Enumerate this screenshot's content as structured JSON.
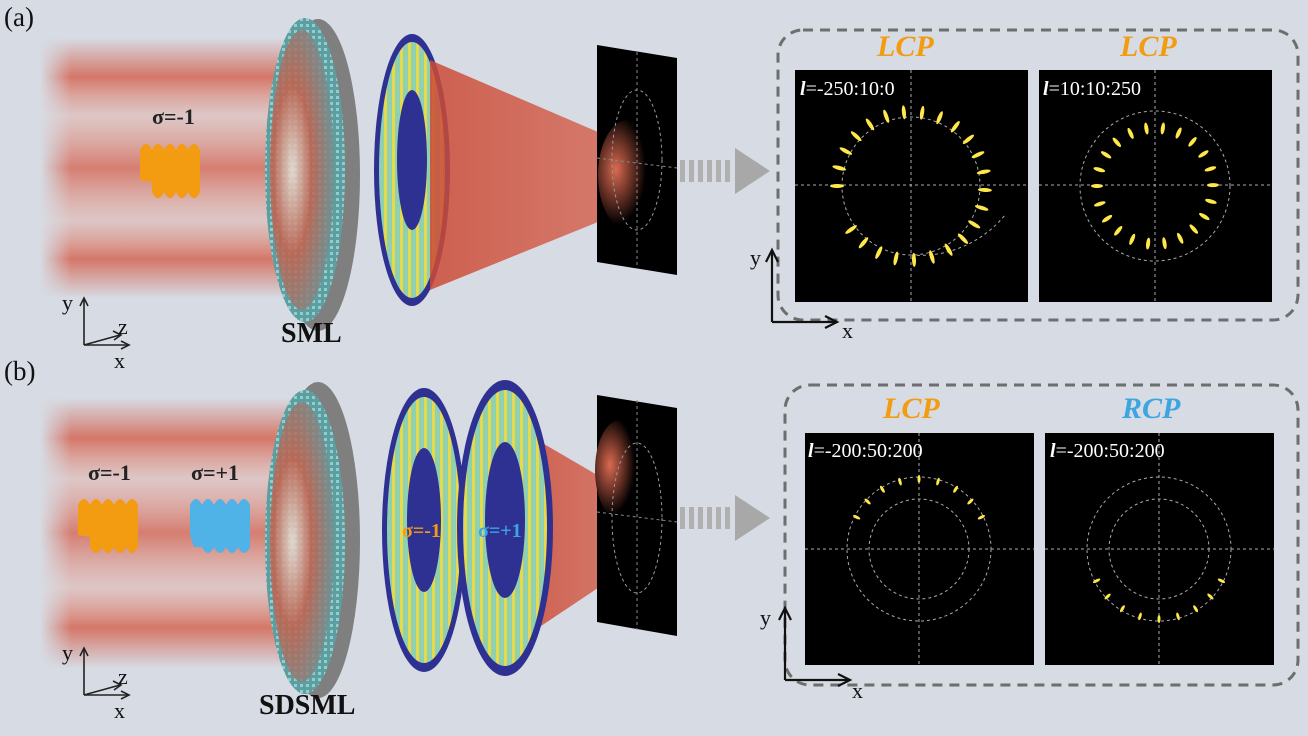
{
  "panels": {
    "a": {
      "label": "(a)",
      "input_sigma": "σ=-1",
      "device": "SML",
      "axes": {
        "y": "y",
        "z": "z",
        "x": "x"
      },
      "result_axes": {
        "y": "y",
        "x": "x"
      },
      "results": [
        {
          "pol": "LCP",
          "l_prefix": "l",
          "l_range": "=-250:10:0"
        },
        {
          "pol": "LCP",
          "l_prefix": "l",
          "l_range": "=10:10:250"
        }
      ]
    },
    "b": {
      "label": "(b)",
      "input_sigma_1": "σ=-1",
      "input_sigma_2": "σ=+1",
      "disc_sigma_1": "σ=-1",
      "disc_sigma_2": "σ=+1",
      "device": "SDSML",
      "axes": {
        "y": "y",
        "z": "z",
        "x": "x"
      },
      "result_axes": {
        "y": "y",
        "x": "x"
      },
      "results": [
        {
          "pol": "LCP",
          "l_prefix": "l",
          "l_range": "=-200:50:200"
        },
        {
          "pol": "RCP",
          "l_prefix": "l",
          "l_range": "=-200:50:200"
        }
      ]
    }
  },
  "colors": {
    "background": "#d7dbe3",
    "beam": "#d4553f",
    "lcp": "#f39c12",
    "rcp": "#3da5e0",
    "disc_rim": "#2e3192",
    "spot": "#ffe84a"
  }
}
